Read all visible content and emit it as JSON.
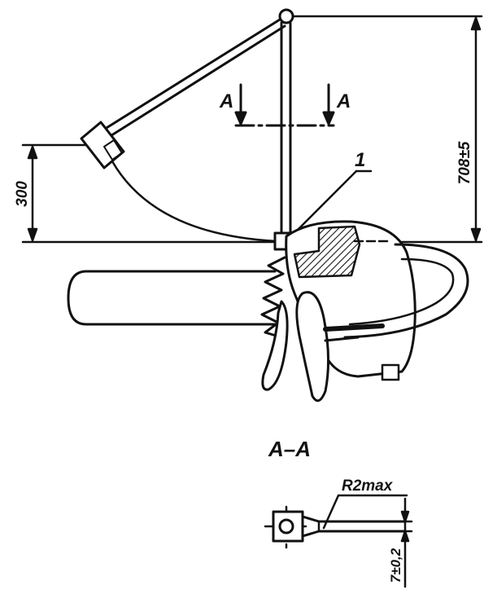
{
  "labels": {
    "section_left": "A",
    "section_right": "A",
    "part_number": "1",
    "height_dim": "708±5",
    "drop_dim": "300",
    "section_title": "A–A",
    "radius_note": "R2max",
    "thickness_dim": "7±0,2"
  },
  "colors": {
    "line": "#111111",
    "paper": "#ffffff"
  }
}
